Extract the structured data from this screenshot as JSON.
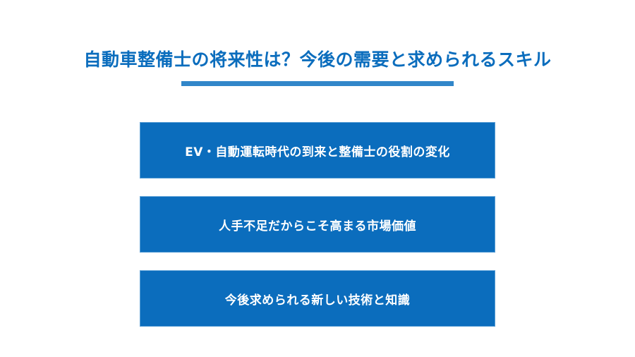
{
  "header": {
    "title": "自動車整備士の将来性は？今後の需要と求められるスキル"
  },
  "colors": {
    "title": "#0b6dbd",
    "underline": "#3186c9",
    "box_fill": "#0b6dbd",
    "box_text": "#ffffff",
    "background": "#ffffff"
  },
  "sections": [
    {
      "label": "EV・自動運転時代の到来と整備士の役割の変化"
    },
    {
      "label": "人手不足だからこそ高まる市場価値"
    },
    {
      "label": "今後求められる新しい技術と知識"
    }
  ]
}
